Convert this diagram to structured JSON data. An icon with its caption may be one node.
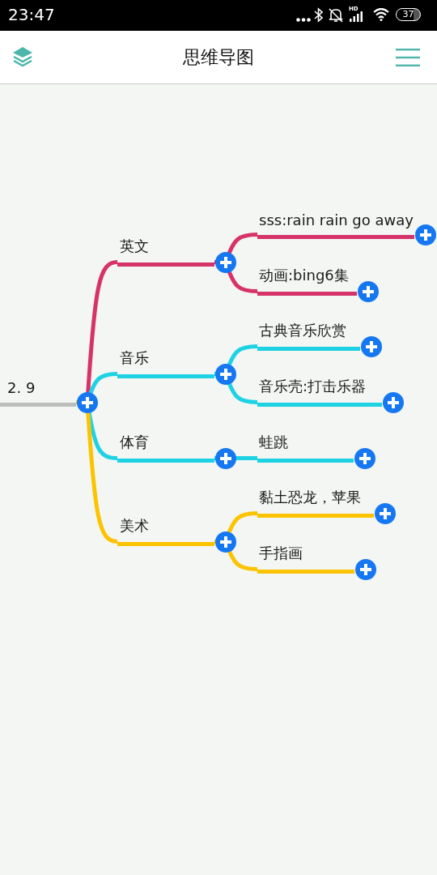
{
  "diagram": {
    "title": "思维导图",
    "nodes": [
      {
        "text": [
          "2. 9"
        ]
      },
      {
        "text": [
          "英文"
        ]
      },
      {
        "text": [
          "sss:rain rain go away"
        ]
      },
      {
        "text": [
          "动画:bing6集"
        ]
      },
      {
        "text": [
          "音乐"
        ]
      },
      {
        "text": [
          "古典音乐欣赏"
        ]
      },
      {
        "text": [
          "音乐壳:打击乐器"
        ]
      },
      {
        "text": [
          "体育"
        ]
      },
      {
        "text": [
          "蛙跳"
        ]
      },
      {
        "text": [
          "美术"
        ]
      },
      {
        "text": [
          "黏土恐龙，苹果"
        ]
      },
      {
        "text": [
          "手指画"
        ]
      }
    ],
    "edges": [
      {
        "from": 0,
        "to": 1,
        "arrow": "none",
        "color": "#d6336b"
      },
      {
        "from": 1,
        "to": 2,
        "arrow": "none",
        "color": "#d6336b"
      },
      {
        "from": 1,
        "to": 3,
        "arrow": "none",
        "color": "#d6336b"
      },
      {
        "from": 0,
        "to": 4,
        "arrow": "none"
      },
      {
        "from": 4,
        "to": 5,
        "arrow": "none"
      },
      {
        "from": 4,
        "to": 6,
        "arrow": "none"
      },
      {
        "from": 0,
        "to": 7,
        "arrow": "none"
      },
      {
        "from": 7,
        "to": 8,
        "arrow": "none"
      },
      {
        "from": 0,
        "to": 9,
        "arrow": "none",
        "color": "#fcc300"
      },
      {
        "from": 9,
        "to": 10,
        "arrow": "none",
        "color": "#fcc300"
      },
      {
        "from": 9,
        "to": 11,
        "arrow": "none",
        "color": "#fcc300"
      }
    ],
    "labels": [
      "23:47",
      "HD",
      "37"
    ]
  }
}
